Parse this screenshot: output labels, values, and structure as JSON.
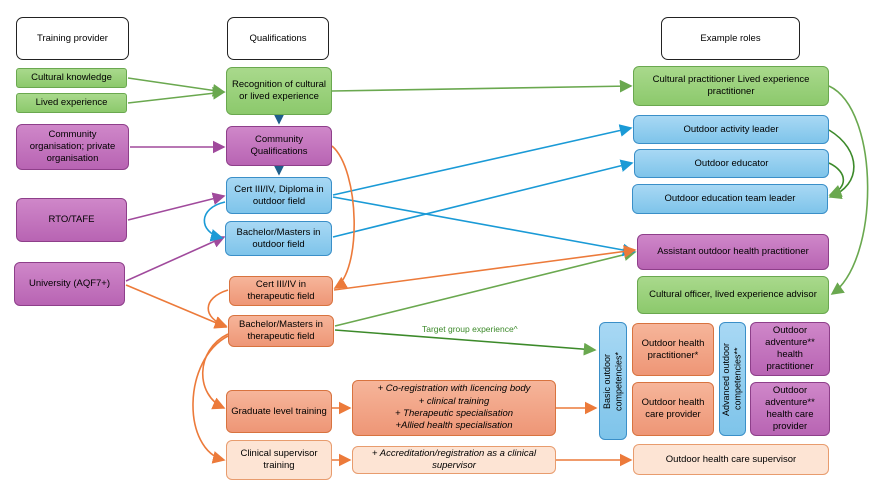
{
  "headers": {
    "training_provider": "Training provider",
    "qualifications": "Qualifications",
    "example_roles": "Example roles"
  },
  "providers": {
    "cultural_knowledge": "Cultural knowledge",
    "lived_experience": "Lived experience",
    "community_org": "Community organisation; private organisation",
    "rto_tafe": "RTO/TAFE",
    "university": "University (AQF7+)"
  },
  "qualifications": {
    "recognition": "Recognition of cultural or lived experience",
    "community_quals": "Community Qualifications",
    "cert_outdoor": "Cert III/IV, Diploma in outdoor field",
    "bachelor_outdoor": "Bachelor/Masters in outdoor field",
    "cert_therapeutic": "Cert III/IV in therapeutic field",
    "bachelor_therapeutic": "Bachelor/Masters in therapeutic field",
    "graduate_training": "Graduate level training",
    "clinical_supervisor_training": "Clinical supervisor training"
  },
  "additions": {
    "graduate": [
      "+ Co-registration with licencing body",
      "+ clinical training",
      "+ Therapeutic specialisation",
      "+Allied health specialisation"
    ],
    "clinical": "+ Accreditation/registration as a clinical supervisor"
  },
  "competencies": {
    "basic": "Basic outdoor competencies*",
    "advanced": "Advanced outdoor competencies**"
  },
  "roles": {
    "cultural_practitioner": "Cultural practitioner Lived experience practitioner",
    "activity_leader": "Outdoor activity leader",
    "outdoor_educator": "Outdoor educator",
    "team_leader": "Outdoor education team leader",
    "assistant_health": "Assistant outdoor health practitioner",
    "cultural_officer": "Cultural officer, lived experience advisor",
    "outdoor_health_practitioner": "Outdoor health practitioner*",
    "outdoor_health_care_provider": "Outdoor health care provider",
    "adventure_health_practitioner": "Outdoor adventure** health practitioner",
    "adventure_health_care_provider": "Outdoor adventure** health care provider",
    "health_care_supervisor": "Outdoor health care supervisor"
  },
  "edge_labels": {
    "target_group": "Target group experience^"
  },
  "colors": {
    "green": "#6aa84f",
    "purple": "#a04a9c",
    "blue": "#1a9ad6",
    "orange": "#ec7a3a",
    "navy": "#1f5f8b"
  }
}
